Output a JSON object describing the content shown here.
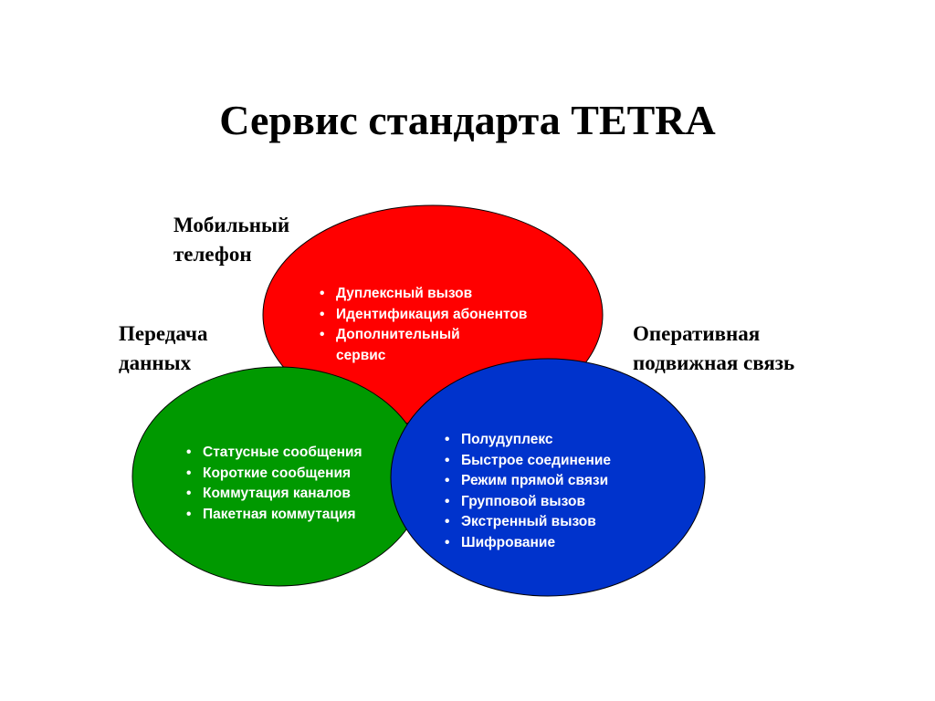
{
  "title": "Сервис стандарта TETRA",
  "colors": {
    "mobile": "#ff0000",
    "data": "#009900",
    "pmr": "#0033cc",
    "text_on_fill": "#ffffff",
    "labels": "#000000"
  },
  "labels": {
    "mobile": [
      "Мобильный",
      "телефон"
    ],
    "data": [
      "Передача",
      "данных"
    ],
    "pmr": [
      "Оперативная",
      "подвижная связь"
    ]
  },
  "mobile_services": [
    "Дуплексный вызов",
    "Идентификация абонентов",
    "Дополнительный",
    "сервис"
  ],
  "data_services": [
    "Статусные сообщения",
    "Короткие сообщения",
    "Коммутация каналов",
    "Пакетная коммутация"
  ],
  "pmr_services": [
    "Полудуплекс",
    "Быстрое соединение",
    "Режим прямой связи",
    "Групповой вызов",
    "Экстренный вызов",
    "Шифрование"
  ]
}
